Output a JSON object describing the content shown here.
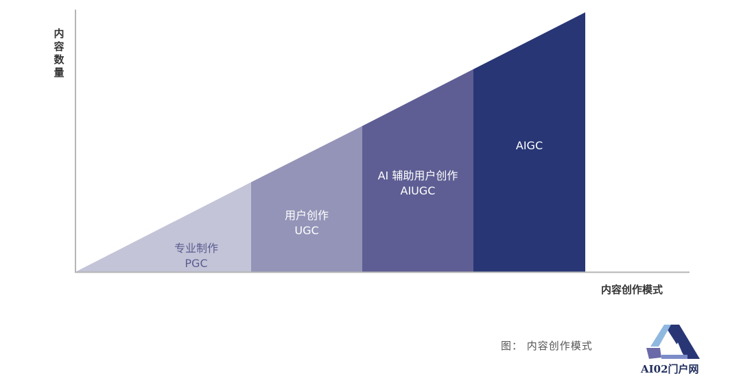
{
  "chart_data": {
    "type": "area",
    "title": "内容创作模式",
    "xlabel": "内容创作模式",
    "ylabel": "内容数量",
    "grid": false,
    "segments": [
      {
        "name": "专业制作",
        "code": "PGC",
        "x_start": 0.0,
        "x_end": 0.345,
        "color": "#c4c4d8",
        "text_color": "#5a5d8f"
      },
      {
        "name": "用户创作",
        "code": "UGC",
        "x_start": 0.345,
        "x_end": 0.563,
        "color": "#9494b8",
        "text_color": "#ffffff"
      },
      {
        "name": "AI 辅助用户创作",
        "code": "AIUGC",
        "x_start": 0.563,
        "x_end": 0.781,
        "color": "#5e5e94",
        "text_color": "#ffffff"
      },
      {
        "name": "",
        "code": "AIGC",
        "x_start": 0.781,
        "x_end": 1.0,
        "color": "#283675",
        "text_color": "#ffffff"
      }
    ],
    "shape": "rising triangle (content volume increases linearly with creation mode)"
  },
  "labels": {
    "pgc_name": "专业制作",
    "pgc_code": "PGC",
    "ugc_name": "用户创作",
    "ugc_code": "UGC",
    "aiugc_name": "AI 辅助用户创作",
    "aiugc_code": "AIUGC",
    "aigc_code": "AIGC",
    "y_axis": "内容数量",
    "x_axis": "内容创作模式",
    "caption": "图： 内容创作模式",
    "watermark": "AI02门户网"
  },
  "colors": {
    "pgc": "#c4c4d8",
    "ugc": "#9494b8",
    "aiugc": "#5e5e94",
    "aigc": "#283675",
    "axis": "#b0b0b0"
  }
}
